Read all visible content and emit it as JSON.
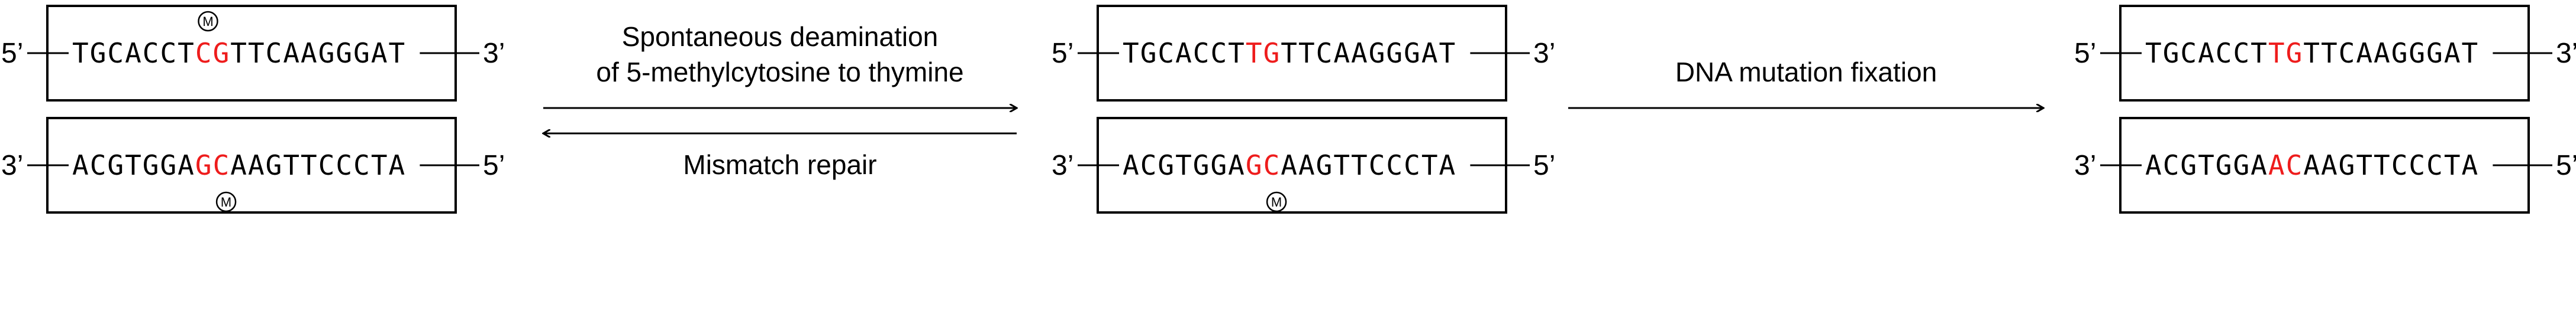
{
  "colors": {
    "line": "#000000",
    "highlight": "#ee1c1c",
    "text": "#000000"
  },
  "methyl_mark": "M",
  "panels": [
    {
      "top": {
        "left_label": "5’",
        "right_label": "3’",
        "segments": [
          {
            "text": "TGCACCT",
            "hl": false
          },
          {
            "text": "CG",
            "hl": true
          },
          {
            "text": "TTCAAGGGAT",
            "hl": false
          }
        ],
        "methyl_on": 7
      },
      "bottom": {
        "left_label": "3’",
        "right_label": "5’",
        "segments": [
          {
            "text": "ACGTGGA",
            "hl": false
          },
          {
            "text": "GC",
            "hl": true
          },
          {
            "text": "AAGTTCCCTA",
            "hl": false
          }
        ],
        "methyl_on": 8
      }
    },
    {
      "top": {
        "left_label": "5’",
        "right_label": "3’",
        "segments": [
          {
            "text": "TGCACCT",
            "hl": false
          },
          {
            "text": "TG",
            "hl": true
          },
          {
            "text": "TTCAAGGGAT",
            "hl": false
          }
        ],
        "methyl_on": null
      },
      "bottom": {
        "left_label": "3’",
        "right_label": "5’",
        "segments": [
          {
            "text": "ACGTGGA",
            "hl": false
          },
          {
            "text": "GC",
            "hl": true
          },
          {
            "text": "AAGTTCCCTA",
            "hl": false
          }
        ],
        "methyl_on": 8
      }
    },
    {
      "top": {
        "left_label": "5’",
        "right_label": "3’",
        "segments": [
          {
            "text": "TGCACCT",
            "hl": false
          },
          {
            "text": "TG",
            "hl": true
          },
          {
            "text": "TTCAAGGGAT",
            "hl": false
          }
        ],
        "methyl_on": null
      },
      "bottom": {
        "left_label": "3’",
        "right_label": "5’",
        "segments": [
          {
            "text": "ACGTGGA",
            "hl": false
          },
          {
            "text": "AC",
            "hl": true
          },
          {
            "text": "AAGTTCCCTA",
            "hl": false
          }
        ],
        "methyl_on": null
      }
    }
  ],
  "arrows": [
    {
      "forward_label_lines": [
        "Spontaneous deamination",
        "of 5-methylcytosine to thymine"
      ],
      "reverse_label_lines": [
        "Mismatch repair"
      ]
    },
    {
      "forward_label_lines": [
        "DNA mutation fixation"
      ],
      "reverse_label_lines": []
    }
  ]
}
